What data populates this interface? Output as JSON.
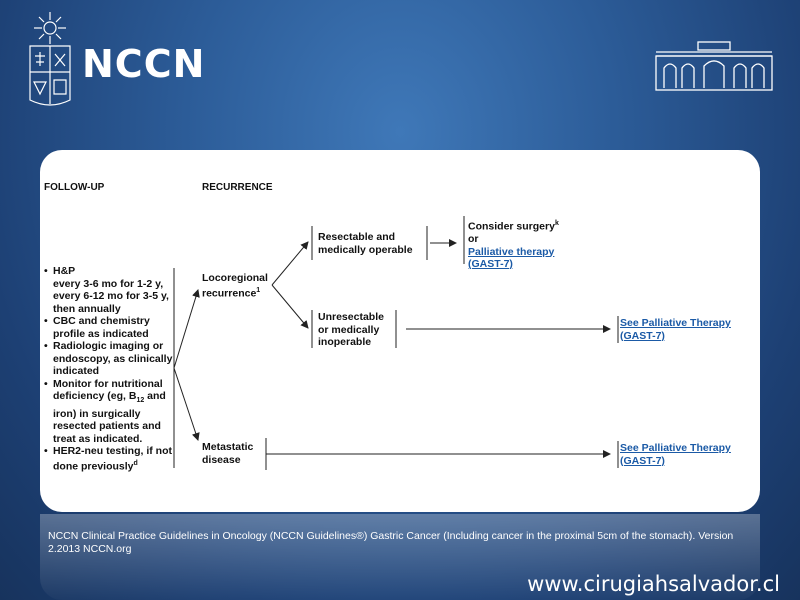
{
  "header": {
    "brand": "NCCN"
  },
  "flowchart": {
    "followup_heading": "FOLLOW-UP",
    "recurrence_heading": "RECURRENCE",
    "followup_items": [
      {
        "lines": [
          "H&P",
          "every 3-6 mo for 1-2 y,",
          "every 6-12 mo for 3-5 y,",
          "then annually"
        ]
      },
      {
        "lines": [
          "CBC and chemistry",
          "profile as indicated"
        ]
      },
      {
        "lines": [
          "Radiologic imaging or",
          "endoscopy, as clinically",
          "indicated"
        ]
      },
      {
        "lines": [
          "Monitor for nutritional",
          "deficiency (eg, B12 and",
          "iron) in surgically",
          "resected patients and",
          "treat as indicated."
        ]
      },
      {
        "lines": [
          "HER2-neu testing, if not",
          "done previously"
        ]
      }
    ],
    "followup_sub_b": "12",
    "followup_sup_d": "d",
    "locoregional_line1": "Locoregional",
    "locoregional_line2": "recurrence",
    "locoregional_sup": "1",
    "metastatic_line1": "Metastatic",
    "metastatic_line2": "disease",
    "resectable_line1": "Resectable and",
    "resectable_line2": "medically operable",
    "unresectable_line1": "Unresectable",
    "unresectable_line2": "or medically",
    "unresectable_line3": "inoperable",
    "consider_surgery": "Consider surgery",
    "consider_sup": "k",
    "or_text": "or",
    "palliative_link": "Palliative therapy",
    "gast7_a": "(GAST-7)",
    "see_palliative_1": "See Palliative Therapy",
    "gast7_b": "(GAST-7)",
    "see_palliative_2": "See Palliative Therapy",
    "gast7_c": "(GAST-7)"
  },
  "footer": {
    "caption": "NCCN Clinical Practice Guidelines in Oncology (NCCN Guidelines®) Gastric Cancer (Including cancer in the proximal 5cm of the stomach). Version 2.2013 NCCN.org",
    "website": "www.cirugiahsalvador.cl"
  },
  "colors": {
    "background": "#2c5c98",
    "link": "#1b5aa6",
    "card": "#ffffff"
  }
}
